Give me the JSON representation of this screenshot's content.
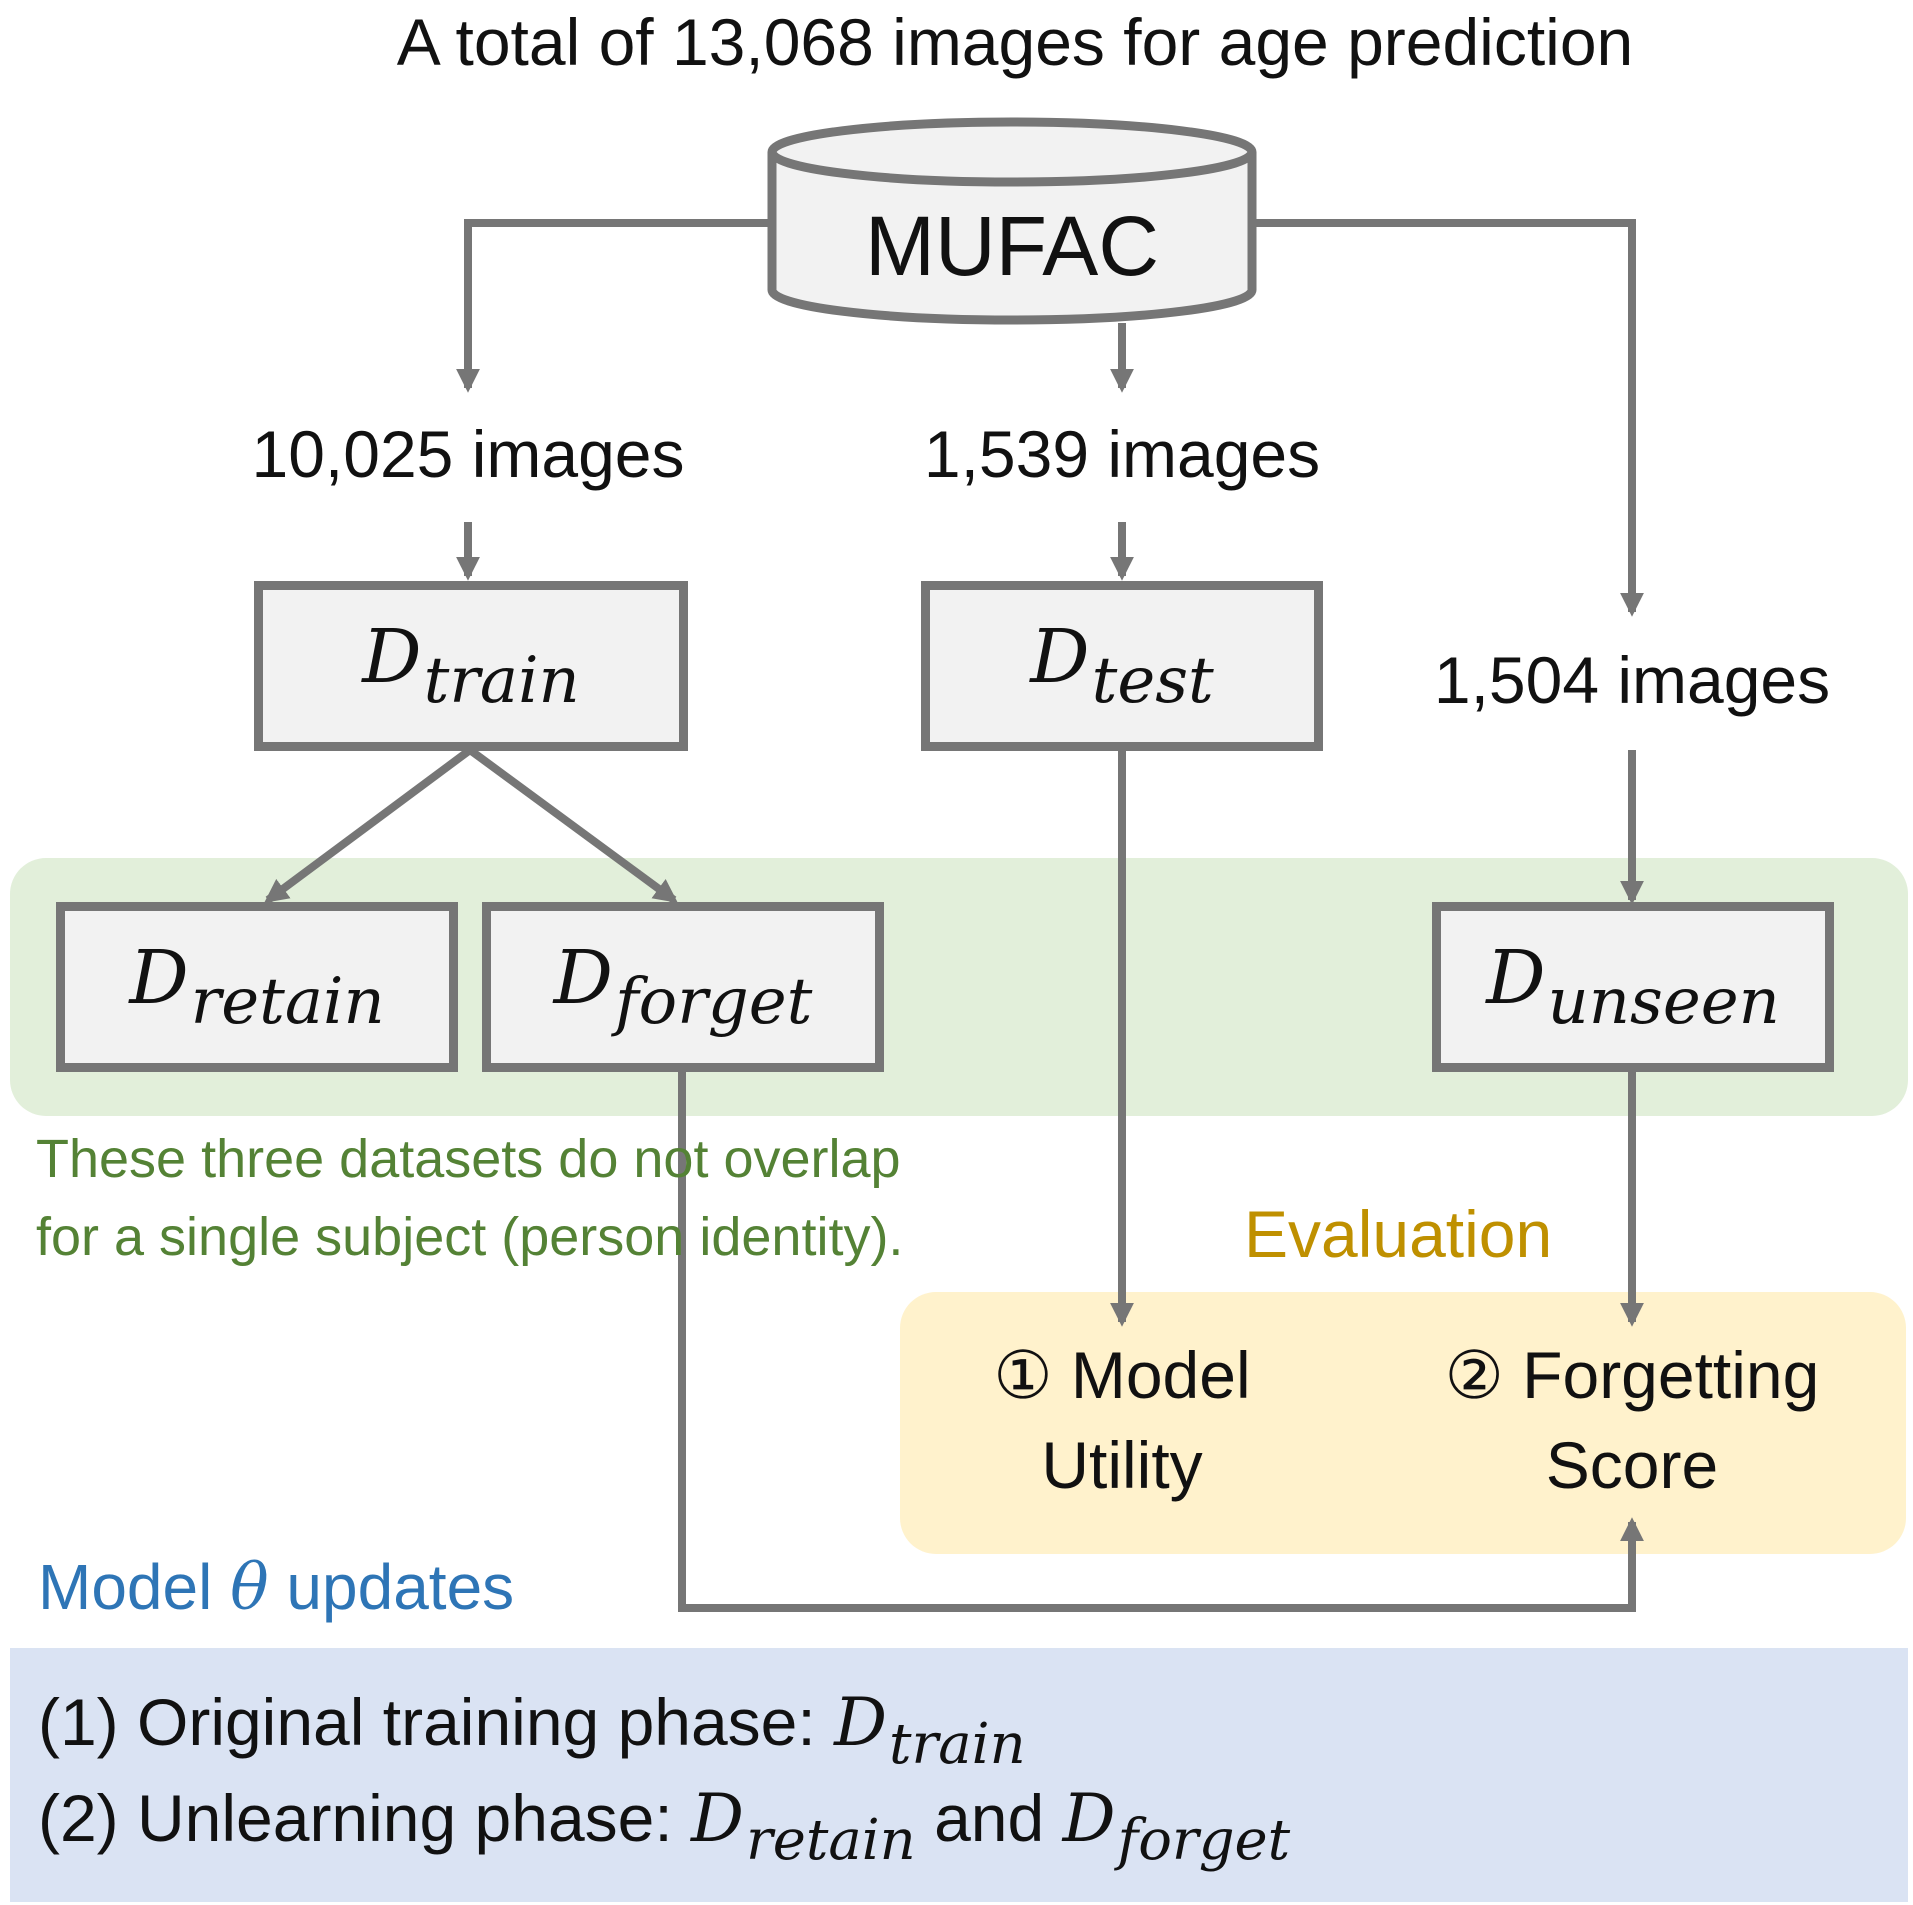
{
  "title": "A total of 13,068 images for age prediction",
  "source": {
    "label": "MUFAC"
  },
  "splits": {
    "train_count": "10,025 images",
    "test_count": "1,539 images",
    "unseen_count": "1,504 images"
  },
  "datasets": {
    "train": {
      "symbol": "D",
      "subscript": "train"
    },
    "test": {
      "symbol": "D",
      "subscript": "test"
    },
    "retain": {
      "symbol": "D",
      "subscript": "retain"
    },
    "forget": {
      "symbol": "D",
      "subscript": "forget"
    },
    "unseen": {
      "symbol": "D",
      "subscript": "unseen"
    }
  },
  "overlap_note": {
    "line1": "These three datasets do not overlap",
    "line2": "for a single subject (person identity)."
  },
  "evaluation": {
    "label": "Evaluation",
    "item1": {
      "marker": "①",
      "line1": "Model",
      "line2": "Utility"
    },
    "item2": {
      "marker": "②",
      "line1": "Forgetting",
      "line2": "Score"
    }
  },
  "model_updates": {
    "prefix": "Model",
    "symbol": "θ",
    "suffix": "updates"
  },
  "phases": {
    "phase1": {
      "text": "(1) Original training phase:",
      "d1": {
        "symbol": "D",
        "subscript": "train"
      }
    },
    "phase2": {
      "text": "(2) Unlearning phase:",
      "d1": {
        "symbol": "D",
        "subscript": "retain"
      },
      "connector": "and",
      "d2": {
        "symbol": "D",
        "subscript": "forget"
      }
    }
  },
  "colors": {
    "arrow": "#767676",
    "box_fill": "#f2f2f2",
    "green_group": "#e2efda",
    "green_text": "#548235",
    "yellow_group": "#fff2cc",
    "yellow_text": "#bf9000",
    "blue_group": "#dae3f3",
    "blue_text": "#2e75b6"
  }
}
